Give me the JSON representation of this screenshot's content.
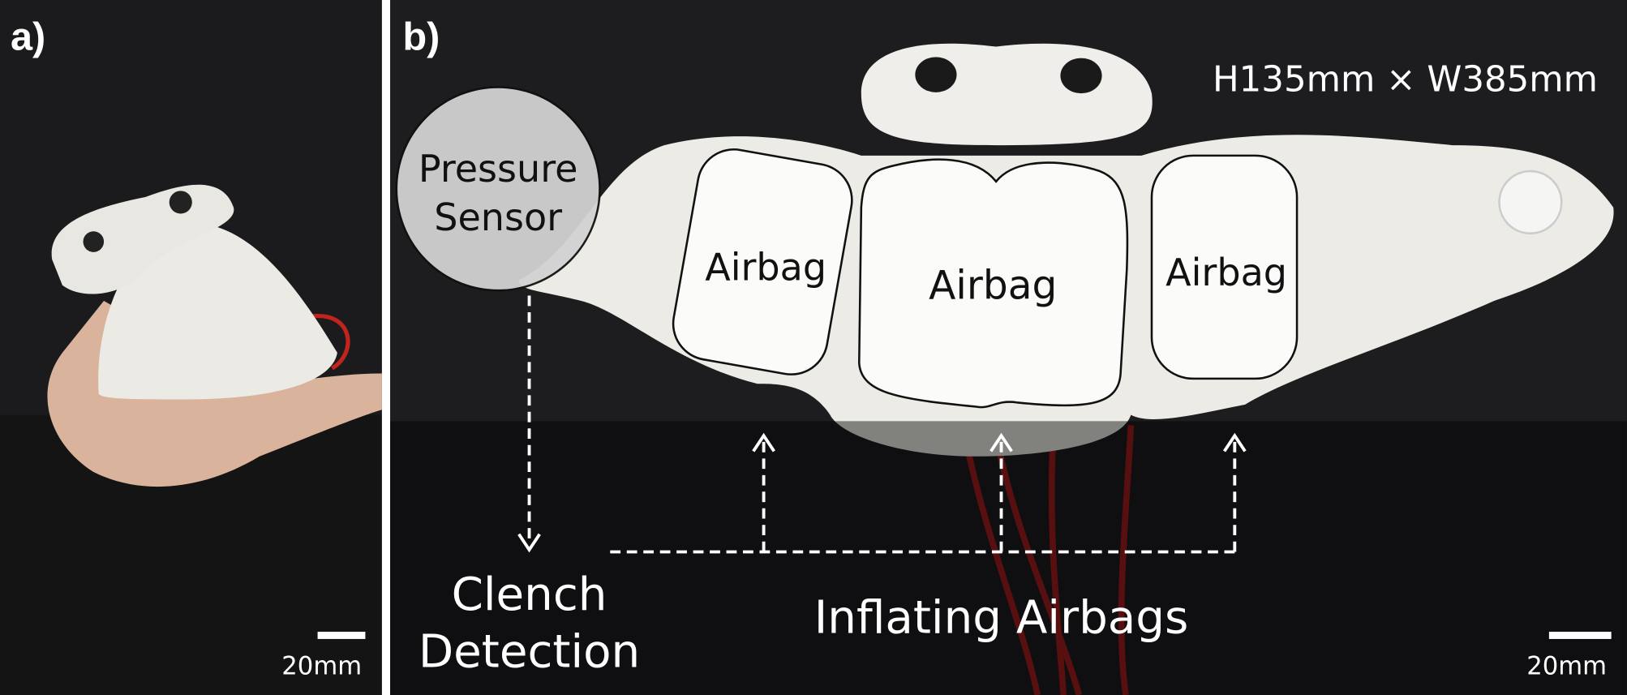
{
  "panel_a": {
    "label": "a)",
    "scale_bar": "20mm"
  },
  "panel_b": {
    "label": "b)",
    "dimensions": "H135mm × W385mm",
    "pressure_sensor": [
      "Pressure",
      "Sensor"
    ],
    "airbags": [
      "Airbag",
      "Airbag",
      "Airbag"
    ],
    "clench_detection": [
      "Clench",
      "Detection"
    ],
    "inflating_airbags": "Inflating Airbags",
    "scale_bar": "20mm"
  },
  "colors": {
    "background": "#1a1a1c",
    "plush": "#ecebe6",
    "tube": "#a01c1c",
    "overlay": "#000000"
  }
}
